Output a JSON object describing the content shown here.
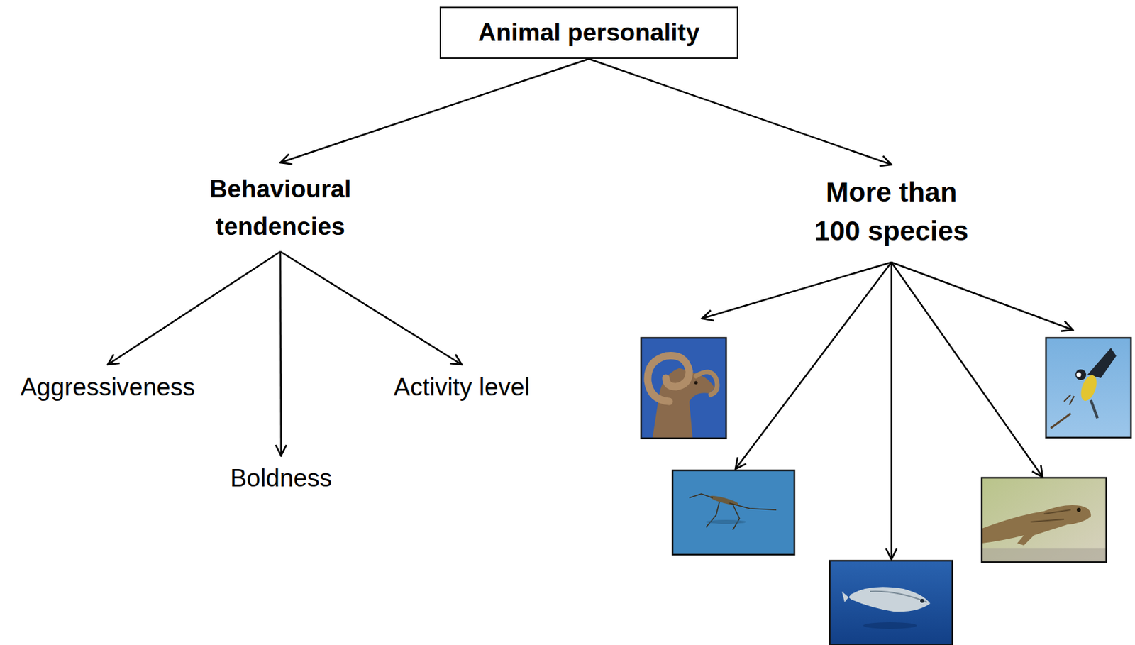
{
  "diagram": {
    "nodes": [
      {
        "text": [
          "Animal personality"
        ]
      },
      {
        "text": [
          "Behavioural tendencies"
        ]
      },
      {
        "text": [
          "More than 100 species"
        ]
      },
      {
        "text": [
          "Aggressiveness"
        ]
      },
      {
        "text": [
          "Boldness"
        ]
      },
      {
        "text": [
          "Activity level"
        ]
      }
    ],
    "edges": [
      {
        "from": 0,
        "to": 1,
        "arrow": "to"
      },
      {
        "from": 0,
        "to": 2,
        "arrow": "to"
      },
      {
        "from": 1,
        "to": 3,
        "arrow": "to"
      },
      {
        "from": 1,
        "to": 4,
        "arrow": "to"
      },
      {
        "from": 1,
        "to": 5,
        "arrow": "to"
      }
    ]
  }
}
